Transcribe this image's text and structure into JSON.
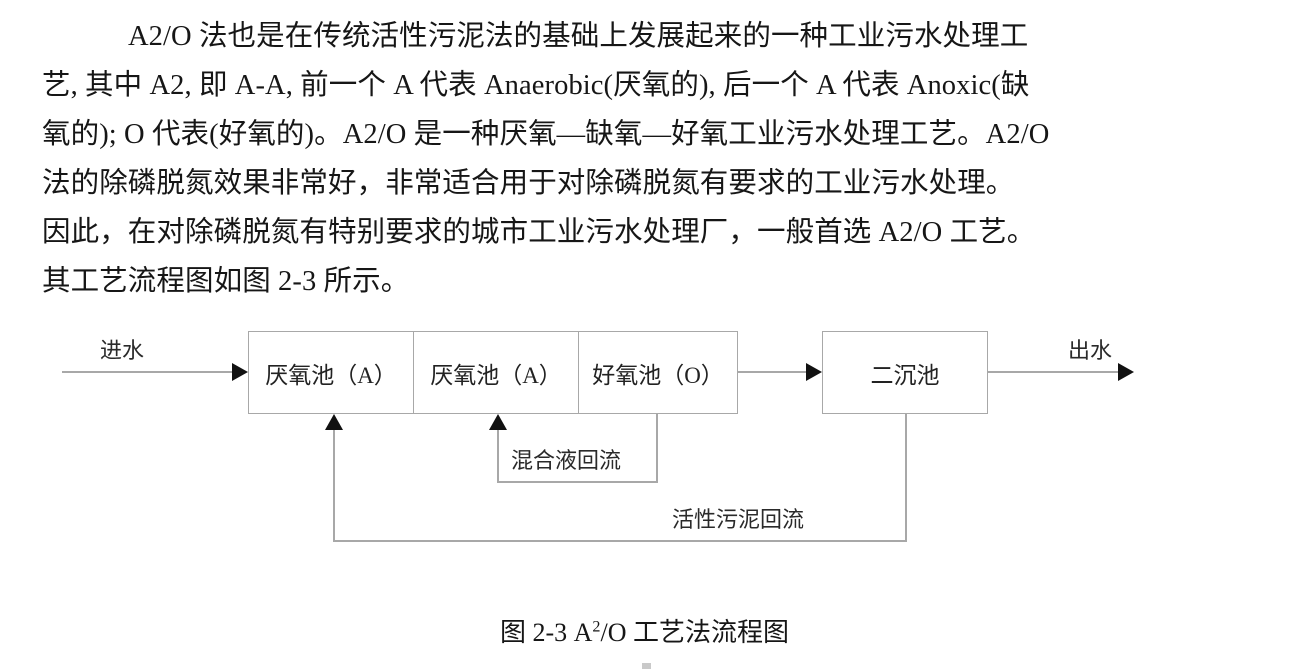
{
  "document": {
    "paragraph": {
      "lines": [
        "A2/O 法也是在传统活性污泥法的基础上发展起来的一种工业污水处理工",
        "艺, 其中 A2, 即 A-A, 前一个 A 代表 Anaerobic(厌氧的), 后一个 A 代表 Anoxic(缺",
        "氧的); O 代表(好氧的)。A2/O 是一种厌氧—缺氧—好氧工业污水处理工艺。A2/O",
        "法的除磷脱氮效果非常好，非常适合用于对除磷脱氮有要求的工业污水处理。",
        "因此，在对除磷脱氮有特别要求的城市工业污水处理厂，一般首选 A2/O 工艺。",
        "其工艺流程图如图 2-3 所示。"
      ]
    },
    "figure": {
      "inlet_label": "进水",
      "outlet_label": "出水",
      "tanks": [
        "厌氧池（A）",
        "厌氧池（A）",
        "好氧池（O）"
      ],
      "clarifier": "二沉池",
      "recycle_labels": {
        "mixed_liquor": "混合液回流",
        "sludge": "活性污泥回流"
      },
      "line_color": "#a8a8a8",
      "arrow_color": "#111111"
    },
    "caption": {
      "prefix": "图 2-3 A",
      "superscript": "2",
      "suffix": "/O 工艺法流程图"
    }
  }
}
